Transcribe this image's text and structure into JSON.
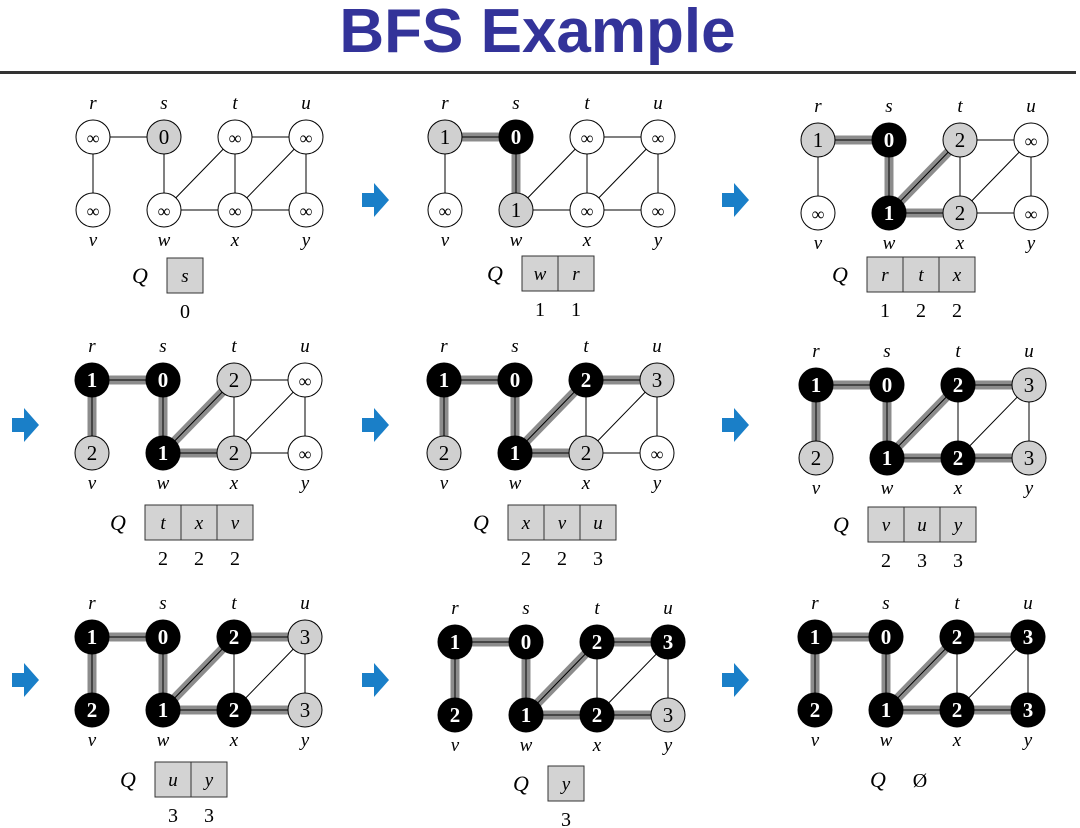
{
  "title": "BFS Example",
  "vertices": [
    "r",
    "s",
    "t",
    "u",
    "v",
    "w",
    "x",
    "y"
  ],
  "edges": [
    [
      "r",
      "s"
    ],
    [
      "r",
      "v"
    ],
    [
      "s",
      "w"
    ],
    [
      "w",
      "t"
    ],
    [
      "w",
      "x"
    ],
    [
      "t",
      "x"
    ],
    [
      "t",
      "u"
    ],
    [
      "x",
      "u"
    ],
    [
      "x",
      "y"
    ],
    [
      "u",
      "y"
    ]
  ],
  "queue_label": "Q",
  "empty_symbol": "Ø",
  "infinity": "∞",
  "colors": {
    "title": "#333399",
    "gray": "#d0d0d0",
    "black": "#000000",
    "white": "#ffffff",
    "tree_edge": "#8c8c8c",
    "arrow": "#1a7fc8"
  },
  "panels": [
    {
      "states": {
        "r": [
          "white",
          "∞"
        ],
        "s": [
          "gray",
          "0"
        ],
        "t": [
          "white",
          "∞"
        ],
        "u": [
          "white",
          "∞"
        ],
        "v": [
          "white",
          "∞"
        ],
        "w": [
          "white",
          "∞"
        ],
        "x": [
          "white",
          "∞"
        ],
        "y": [
          "white",
          "∞"
        ]
      },
      "tree": [],
      "queue": [
        "s"
      ],
      "dist": [
        "0"
      ]
    },
    {
      "states": {
        "r": [
          "gray",
          "1"
        ],
        "s": [
          "black",
          "0"
        ],
        "t": [
          "white",
          "∞"
        ],
        "u": [
          "white",
          "∞"
        ],
        "v": [
          "white",
          "∞"
        ],
        "w": [
          "gray",
          "1"
        ],
        "x": [
          "white",
          "∞"
        ],
        "y": [
          "white",
          "∞"
        ]
      },
      "tree": [
        [
          "r",
          "s"
        ],
        [
          "s",
          "w"
        ]
      ],
      "queue": [
        "w",
        "r"
      ],
      "dist": [
        "1",
        "1"
      ]
    },
    {
      "states": {
        "r": [
          "gray",
          "1"
        ],
        "s": [
          "black",
          "0"
        ],
        "t": [
          "gray",
          "2"
        ],
        "u": [
          "white",
          "∞"
        ],
        "v": [
          "white",
          "∞"
        ],
        "w": [
          "black",
          "1"
        ],
        "x": [
          "gray",
          "2"
        ],
        "y": [
          "white",
          "∞"
        ]
      },
      "tree": [
        [
          "r",
          "s"
        ],
        [
          "s",
          "w"
        ],
        [
          "w",
          "t"
        ],
        [
          "w",
          "x"
        ]
      ],
      "queue": [
        "r",
        "t",
        "x"
      ],
      "dist": [
        "1",
        "2",
        "2"
      ]
    },
    {
      "states": {
        "r": [
          "black",
          "1"
        ],
        "s": [
          "black",
          "0"
        ],
        "t": [
          "gray",
          "2"
        ],
        "u": [
          "white",
          "∞"
        ],
        "v": [
          "gray",
          "2"
        ],
        "w": [
          "black",
          "1"
        ],
        "x": [
          "gray",
          "2"
        ],
        "y": [
          "white",
          "∞"
        ]
      },
      "tree": [
        [
          "r",
          "s"
        ],
        [
          "s",
          "w"
        ],
        [
          "w",
          "t"
        ],
        [
          "w",
          "x"
        ],
        [
          "r",
          "v"
        ]
      ],
      "queue": [
        "t",
        "x",
        "v"
      ],
      "dist": [
        "2",
        "2",
        "2"
      ]
    },
    {
      "states": {
        "r": [
          "black",
          "1"
        ],
        "s": [
          "black",
          "0"
        ],
        "t": [
          "black",
          "2"
        ],
        "u": [
          "gray",
          "3"
        ],
        "v": [
          "gray",
          "2"
        ],
        "w": [
          "black",
          "1"
        ],
        "x": [
          "gray",
          "2"
        ],
        "y": [
          "white",
          "∞"
        ]
      },
      "tree": [
        [
          "r",
          "s"
        ],
        [
          "s",
          "w"
        ],
        [
          "w",
          "t"
        ],
        [
          "w",
          "x"
        ],
        [
          "r",
          "v"
        ],
        [
          "t",
          "u"
        ]
      ],
      "queue": [
        "x",
        "v",
        "u"
      ],
      "dist": [
        "2",
        "2",
        "3"
      ]
    },
    {
      "states": {
        "r": [
          "black",
          "1"
        ],
        "s": [
          "black",
          "0"
        ],
        "t": [
          "black",
          "2"
        ],
        "u": [
          "gray",
          "3"
        ],
        "v": [
          "gray",
          "2"
        ],
        "w": [
          "black",
          "1"
        ],
        "x": [
          "black",
          "2"
        ],
        "y": [
          "gray",
          "3"
        ]
      },
      "tree": [
        [
          "r",
          "s"
        ],
        [
          "s",
          "w"
        ],
        [
          "w",
          "t"
        ],
        [
          "w",
          "x"
        ],
        [
          "r",
          "v"
        ],
        [
          "t",
          "u"
        ],
        [
          "x",
          "y"
        ]
      ],
      "queue": [
        "v",
        "u",
        "y"
      ],
      "dist": [
        "2",
        "3",
        "3"
      ]
    },
    {
      "states": {
        "r": [
          "black",
          "1"
        ],
        "s": [
          "black",
          "0"
        ],
        "t": [
          "black",
          "2"
        ],
        "u": [
          "gray",
          "3"
        ],
        "v": [
          "black",
          "2"
        ],
        "w": [
          "black",
          "1"
        ],
        "x": [
          "black",
          "2"
        ],
        "y": [
          "gray",
          "3"
        ]
      },
      "tree": [
        [
          "r",
          "s"
        ],
        [
          "s",
          "w"
        ],
        [
          "w",
          "t"
        ],
        [
          "w",
          "x"
        ],
        [
          "r",
          "v"
        ],
        [
          "t",
          "u"
        ],
        [
          "x",
          "y"
        ]
      ],
      "queue": [
        "u",
        "y"
      ],
      "dist": [
        "3",
        "3"
      ]
    },
    {
      "states": {
        "r": [
          "black",
          "1"
        ],
        "s": [
          "black",
          "0"
        ],
        "t": [
          "black",
          "2"
        ],
        "u": [
          "black",
          "3"
        ],
        "v": [
          "black",
          "2"
        ],
        "w": [
          "black",
          "1"
        ],
        "x": [
          "black",
          "2"
        ],
        "y": [
          "gray",
          "3"
        ]
      },
      "tree": [
        [
          "r",
          "s"
        ],
        [
          "s",
          "w"
        ],
        [
          "w",
          "t"
        ],
        [
          "w",
          "x"
        ],
        [
          "r",
          "v"
        ],
        [
          "t",
          "u"
        ],
        [
          "x",
          "y"
        ]
      ],
      "queue": [
        "y"
      ],
      "dist": [
        "3"
      ]
    },
    {
      "states": {
        "r": [
          "black",
          "1"
        ],
        "s": [
          "black",
          "0"
        ],
        "t": [
          "black",
          "2"
        ],
        "u": [
          "black",
          "3"
        ],
        "v": [
          "black",
          "2"
        ],
        "w": [
          "black",
          "1"
        ],
        "x": [
          "black",
          "2"
        ],
        "y": [
          "black",
          "3"
        ]
      },
      "tree": [
        [
          "r",
          "s"
        ],
        [
          "s",
          "w"
        ],
        [
          "w",
          "t"
        ],
        [
          "w",
          "x"
        ],
        [
          "r",
          "v"
        ],
        [
          "t",
          "u"
        ],
        [
          "x",
          "y"
        ]
      ],
      "queue": [],
      "dist": []
    }
  ]
}
